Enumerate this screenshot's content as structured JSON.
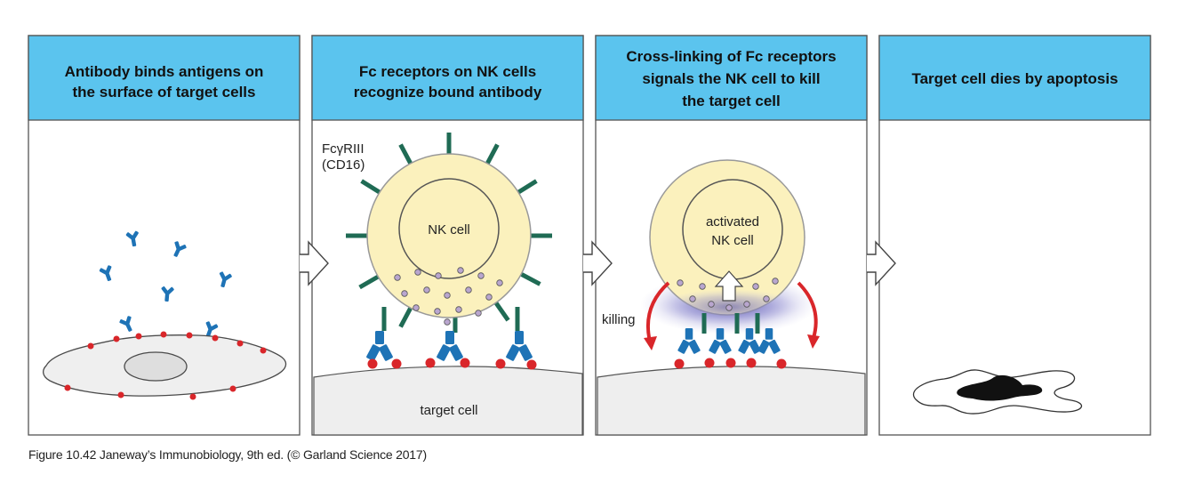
{
  "panels": [
    {
      "header_lines": [
        "Antibody binds antigens on",
        "the surface of target cells"
      ]
    },
    {
      "header_lines": [
        "Fc receptors on NK cells",
        "recognize bound antibody"
      ],
      "labels": {
        "receptor_line1": "FcγRIII",
        "receptor_line2": "(CD16)",
        "nk_cell": "NK cell",
        "target_cell": "target cell"
      }
    },
    {
      "header_lines": [
        "Cross-linking of Fc receptors",
        "signals the NK cell to kill",
        "the target cell"
      ],
      "labels": {
        "activated_line1": "activated",
        "activated_line2": "NK cell",
        "killing": "killing"
      }
    },
    {
      "header_lines": [
        "Target cell dies by apoptosis"
      ]
    }
  ],
  "caption": "Figure 10.42  Janeway’s Immunobiology, 9th ed. (© Garland Science 2017)",
  "colors": {
    "header_bg": "#5bc4ee",
    "antibody": "#1e73b6",
    "antigen": "#d9262a",
    "receptor": "#1f6b54",
    "nk_cell": "#fbf1bd",
    "granule": "#b9a6cf",
    "killing_arrow": "#d9262a",
    "target_cell": "#eeeeee",
    "apoptotic_core": "#111111"
  }
}
